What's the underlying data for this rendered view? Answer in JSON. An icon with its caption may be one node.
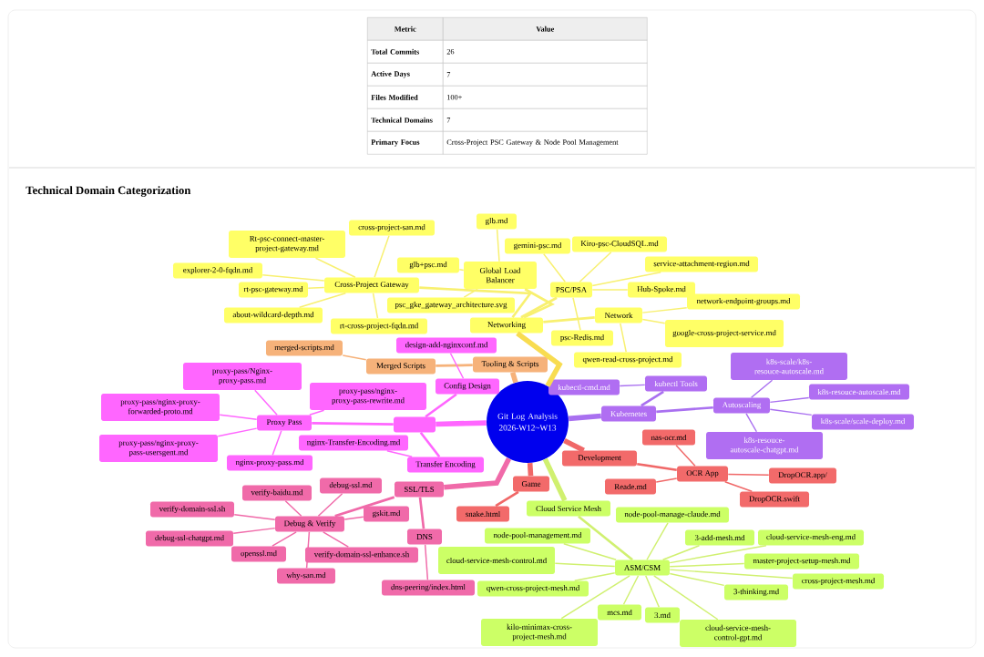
{
  "diagram": {
    "title": "Technical Domain Categorization",
    "nodes": [
      {
        "text": [
          "Git Log Analysis 2026-W12~W13"
        ]
      },
      {
        "text": [
          "Networking"
        ]
      },
      {
        "text": [
          "Global Load Balancer"
        ]
      },
      {
        "text": [
          "glb.md"
        ]
      },
      {
        "text": [
          "glb+psc.md"
        ]
      },
      {
        "text": [
          "psc_gke_gateway_architecture.svg"
        ]
      },
      {
        "text": [
          "Cross-Project Gateway"
        ]
      },
      {
        "text": [
          "Rt-psc-connect-master-project-gateway.md"
        ]
      },
      {
        "text": [
          "cross-project-san.md"
        ]
      },
      {
        "text": [
          "explorer-2-0-fqdn.md"
        ]
      },
      {
        "text": [
          "rt-psc-gateway.md"
        ]
      },
      {
        "text": [
          "about-wildcard-depth.md"
        ]
      },
      {
        "text": [
          "rt-cross-project-fqdn.md"
        ]
      },
      {
        "text": [
          "PSC/PSA"
        ]
      },
      {
        "text": [
          "gemini-psc.md"
        ]
      },
      {
        "text": [
          "Kiro-psc-CloudSQL.md"
        ]
      },
      {
        "text": [
          "service-attachment-region.md"
        ]
      },
      {
        "text": [
          "Hub-Spoke.md"
        ]
      },
      {
        "text": [
          "psc-Redis.md"
        ]
      },
      {
        "text": [
          "Network"
        ]
      },
      {
        "text": [
          "network-endpoint-groups.md"
        ]
      },
      {
        "text": [
          "google-cross-project-service.md"
        ]
      },
      {
        "text": [
          "qwen-read-cross-project.md"
        ]
      },
      {
        "text": [
          "Tooling & Scripts"
        ]
      },
      {
        "text": [
          "Merged Scripts"
        ]
      },
      {
        "text": [
          "merged-scripts.md"
        ]
      },
      {
        "text": [],
        "shape": "box"
      },
      {
        "text": [
          "Config Design"
        ]
      },
      {
        "text": [
          "design-add-nginxconf.md"
        ]
      },
      {
        "text": [
          "Proxy Pass"
        ]
      },
      {
        "text": [
          "proxy-pass/Nginx-proxy-pass.md"
        ]
      },
      {
        "text": [
          "proxy-pass/nginx-proxy-forwarded-proto.md"
        ]
      },
      {
        "text": [
          "proxy-pass/nginx-proxy-pass-usersgent.md"
        ]
      },
      {
        "text": [
          "nginx-proxy-pass.md"
        ]
      },
      {
        "text": [
          "proxy-pass/nginx-proxy-pass-rewrite.md"
        ]
      },
      {
        "text": [
          "Transfer Encoding"
        ]
      },
      {
        "text": [
          "nginx-Transfer-Encoding.md"
        ]
      },
      {
        "text": [
          "SSL/TLS"
        ]
      },
      {
        "text": [
          "Debug & Verify"
        ]
      },
      {
        "text": [
          "verify-baidu.md"
        ]
      },
      {
        "text": [
          "debug-ssl.md"
        ]
      },
      {
        "text": [
          "verify-domain-ssl.sh"
        ]
      },
      {
        "text": [
          "gskit.md"
        ]
      },
      {
        "text": [
          "debug-ssl-chatgpt.md"
        ]
      },
      {
        "text": [
          "openssl.md"
        ]
      },
      {
        "text": [
          "why-san.md"
        ]
      },
      {
        "text": [
          "verify-domain-ssl-enhance.sh"
        ]
      },
      {
        "text": [
          "DNS"
        ]
      },
      {
        "text": [
          "dns-peering/index.html"
        ]
      },
      {
        "text": [
          "Kubernetes"
        ]
      },
      {
        "text": [
          "kubectl Tools"
        ]
      },
      {
        "text": [
          "kubectl-cmd.md"
        ]
      },
      {
        "text": [
          "Autoscaling"
        ]
      },
      {
        "text": [
          "k8s-scale/k8s-resouce-autoscale.md"
        ]
      },
      {
        "text": [
          "k8s-resouce-autoscale.md"
        ]
      },
      {
        "text": [
          "k8s-scale/scale-deploy.md"
        ]
      },
      {
        "text": [
          "k8s-resouce-autoscale-chatgpt.md"
        ]
      },
      {
        "text": [
          "Development"
        ]
      },
      {
        "text": [
          "OCR App"
        ]
      },
      {
        "text": [
          "nas-ocr.md"
        ]
      },
      {
        "text": [
          "Reade.md"
        ]
      },
      {
        "text": [
          "DropOCR.app/"
        ]
      },
      {
        "text": [
          "DropOCR.swift"
        ]
      },
      {
        "text": [
          "Game"
        ]
      },
      {
        "text": [
          "snake.html"
        ]
      },
      {
        "text": [
          "Cloud Service Mesh"
        ]
      },
      {
        "text": [
          "ASM/CSM"
        ]
      },
      {
        "text": [
          "node-pool-management.md"
        ]
      },
      {
        "text": [
          "node-pool-manage-claude.md"
        ]
      },
      {
        "text": [
          "cloud-service-mesh-eng.md"
        ]
      },
      {
        "text": [
          "3-add-mesh.md"
        ]
      },
      {
        "text": [
          "master-project-setup-mesh.md"
        ]
      },
      {
        "text": [
          "3-thinking.md"
        ]
      },
      {
        "text": [
          "cross-project-mesh.md"
        ]
      },
      {
        "text": [
          "3.md"
        ]
      },
      {
        "text": [
          "cloud-service-mesh-control-gpt.md"
        ]
      },
      {
        "text": [
          "mcs.md"
        ]
      },
      {
        "text": [
          "kilo-minimax-cross-project-mesh.md"
        ]
      },
      {
        "text": [
          "qwen-cross-project-mesh.md"
        ]
      },
      {
        "text": [
          "cloud-service-mesh-control.md"
        ]
      }
    ],
    "edges": [
      {
        "from": 0,
        "to": 1,
        "arrow": "none",
        "style": "thick",
        "color": "#f8dc50"
      },
      {
        "from": 1,
        "to": 2,
        "arrow": "none",
        "color": "#f8f070"
      },
      {
        "from": 1,
        "to": 6,
        "arrow": "none",
        "color": "#f8f070"
      },
      {
        "from": 1,
        "to": 13,
        "arrow": "none",
        "color": "#f8f070"
      },
      {
        "from": 1,
        "to": 19,
        "arrow": "none",
        "color": "#f8f070"
      },
      {
        "from": 2,
        "to": 3,
        "arrow": "none",
        "color": "#f8f070"
      },
      {
        "from": 2,
        "to": 4,
        "arrow": "none",
        "color": "#f8f070"
      },
      {
        "from": 2,
        "to": 5,
        "arrow": "none",
        "color": "#f8f070"
      },
      {
        "from": 6,
        "to": 7,
        "arrow": "none",
        "color": "#f8f070"
      },
      {
        "from": 6,
        "to": 8,
        "arrow": "none",
        "color": "#f8f070"
      },
      {
        "from": 6,
        "to": 9,
        "arrow": "none",
        "color": "#f8f070"
      },
      {
        "from": 6,
        "to": 10,
        "arrow": "none",
        "color": "#f8f070"
      },
      {
        "from": 6,
        "to": 11,
        "arrow": "none",
        "color": "#f8f070"
      },
      {
        "from": 6,
        "to": 12,
        "arrow": "none",
        "color": "#f8f070"
      },
      {
        "from": 13,
        "to": 14,
        "arrow": "none",
        "color": "#f8f070"
      },
      {
        "from": 13,
        "to": 15,
        "arrow": "none",
        "color": "#f8f070"
      },
      {
        "from": 13,
        "to": 16,
        "arrow": "none",
        "color": "#f8f070"
      },
      {
        "from": 13,
        "to": 17,
        "arrow": "none",
        "color": "#f8f070"
      },
      {
        "from": 13,
        "to": 18,
        "arrow": "none",
        "color": "#f8f070"
      },
      {
        "from": 19,
        "to": 20,
        "arrow": "none",
        "color": "#f8f070"
      },
      {
        "from": 19,
        "to": 21,
        "arrow": "none",
        "color": "#f8f070"
      },
      {
        "from": 19,
        "to": 22,
        "arrow": "none",
        "color": "#f8f070"
      },
      {
        "from": 0,
        "to": 23,
        "arrow": "none",
        "style": "thick",
        "color": "#f6b27a"
      },
      {
        "from": 23,
        "to": 24,
        "arrow": "none",
        "color": "#f6b27a"
      },
      {
        "from": 24,
        "to": 25,
        "arrow": "none",
        "color": "#f6b27a"
      },
      {
        "from": 0,
        "to": 26,
        "arrow": "none",
        "style": "thick",
        "color": "#ff66ff"
      },
      {
        "from": 26,
        "to": 27,
        "arrow": "none",
        "color": "#ff66ff"
      },
      {
        "from": 26,
        "to": 29,
        "arrow": "none",
        "color": "#ff66ff"
      },
      {
        "from": 26,
        "to": 35,
        "arrow": "none",
        "color": "#ff66ff"
      },
      {
        "from": 27,
        "to": 28,
        "arrow": "none",
        "color": "#ff66ff"
      },
      {
        "from": 29,
        "to": 30,
        "arrow": "none",
        "color": "#ff66ff"
      },
      {
        "from": 29,
        "to": 31,
        "arrow": "none",
        "color": "#ff66ff"
      },
      {
        "from": 29,
        "to": 32,
        "arrow": "none",
        "color": "#ff66ff"
      },
      {
        "from": 29,
        "to": 33,
        "arrow": "none",
        "color": "#ff66ff"
      },
      {
        "from": 29,
        "to": 34,
        "arrow": "none",
        "color": "#ff66ff"
      },
      {
        "from": 35,
        "to": 36,
        "arrow": "none",
        "color": "#ff66ff"
      },
      {
        "from": 0,
        "to": 37,
        "arrow": "none",
        "style": "thick",
        "color": "#f06aa9"
      },
      {
        "from": 37,
        "to": 38,
        "arrow": "none",
        "color": "#f06aa9"
      },
      {
        "from": 37,
        "to": 47,
        "arrow": "none",
        "color": "#f06aa9"
      },
      {
        "from": 38,
        "to": 39,
        "arrow": "none",
        "color": "#f06aa9"
      },
      {
        "from": 38,
        "to": 40,
        "arrow": "none",
        "color": "#f06aa9"
      },
      {
        "from": 38,
        "to": 41,
        "arrow": "none",
        "color": "#f06aa9"
      },
      {
        "from": 38,
        "to": 42,
        "arrow": "none",
        "color": "#f06aa9"
      },
      {
        "from": 38,
        "to": 43,
        "arrow": "none",
        "color": "#f06aa9"
      },
      {
        "from": 38,
        "to": 44,
        "arrow": "none",
        "color": "#f06aa9"
      },
      {
        "from": 38,
        "to": 45,
        "arrow": "none",
        "color": "#f06aa9"
      },
      {
        "from": 38,
        "to": 46,
        "arrow": "none",
        "color": "#f06aa9"
      },
      {
        "from": 47,
        "to": 48,
        "arrow": "none",
        "color": "#f06aa9"
      },
      {
        "from": 0,
        "to": 49,
        "arrow": "none",
        "style": "thick",
        "color": "#a970f0"
      },
      {
        "from": 49,
        "to": 50,
        "arrow": "none",
        "color": "#a970f0"
      },
      {
        "from": 49,
        "to": 52,
        "arrow": "none",
        "color": "#a970f0"
      },
      {
        "from": 50,
        "to": 51,
        "arrow": "none",
        "color": "#a970f0"
      },
      {
        "from": 52,
        "to": 53,
        "arrow": "none",
        "color": "#a970f0"
      },
      {
        "from": 52,
        "to": 54,
        "arrow": "none",
        "color": "#a970f0"
      },
      {
        "from": 52,
        "to": 55,
        "arrow": "none",
        "color": "#a970f0"
      },
      {
        "from": 52,
        "to": 56,
        "arrow": "none",
        "color": "#a970f0"
      },
      {
        "from": 0,
        "to": 57,
        "arrow": "none",
        "style": "thick",
        "color": "#f06868"
      },
      {
        "from": 57,
        "to": 58,
        "arrow": "none",
        "color": "#f06868"
      },
      {
        "from": 58,
        "to": 59,
        "arrow": "none",
        "color": "#f06868"
      },
      {
        "from": 58,
        "to": 60,
        "arrow": "none",
        "color": "#f06868"
      },
      {
        "from": 58,
        "to": 61,
        "arrow": "none",
        "color": "#f06868"
      },
      {
        "from": 58,
        "to": 62,
        "arrow": "none",
        "color": "#f06868"
      },
      {
        "from": 0,
        "to": 63,
        "arrow": "none",
        "style": "thick",
        "color": "#f06868"
      },
      {
        "from": 63,
        "to": 64,
        "arrow": "none",
        "color": "#f06868"
      },
      {
        "from": 0,
        "to": 65,
        "arrow": "none",
        "style": "thick",
        "color": "#d0f070"
      },
      {
        "from": 65,
        "to": 66,
        "arrow": "none",
        "color": "#d0f070"
      },
      {
        "from": 66,
        "to": 67,
        "arrow": "none",
        "color": "#d0f070"
      },
      {
        "from": 66,
        "to": 68,
        "arrow": "none",
        "color": "#d0f070"
      },
      {
        "from": 66,
        "to": 69,
        "arrow": "none",
        "color": "#d0f070"
      },
      {
        "from": 66,
        "to": 70,
        "arrow": "none",
        "color": "#d0f070"
      },
      {
        "from": 66,
        "to": 71,
        "arrow": "none",
        "color": "#d0f070"
      },
      {
        "from": 66,
        "to": 72,
        "arrow": "none",
        "color": "#d0f070"
      },
      {
        "from": 66,
        "to": 73,
        "arrow": "none",
        "color": "#d0f070"
      },
      {
        "from": 66,
        "to": 74,
        "arrow": "none",
        "color": "#d0f070"
      },
      {
        "from": 66,
        "to": 75,
        "arrow": "none",
        "color": "#d0f070"
      },
      {
        "from": 66,
        "to": 76,
        "arrow": "none",
        "color": "#d0f070"
      },
      {
        "from": 66,
        "to": 77,
        "arrow": "none",
        "color": "#d0f070"
      },
      {
        "from": 66,
        "to": 78,
        "arrow": "none",
        "color": "#d0f070"
      },
      {
        "from": 66,
        "to": 79,
        "arrow": "none",
        "color": "#d0f070"
      }
    ],
    "labels": [
      "Metric",
      "Value",
      "Total Commits",
      "26",
      "Active Days",
      "7",
      "Files Modified",
      "100+",
      "Technical Domains",
      "7",
      "Primary Focus",
      "Cross-Project PSC Gateway & Node Pool Management"
    ]
  }
}
